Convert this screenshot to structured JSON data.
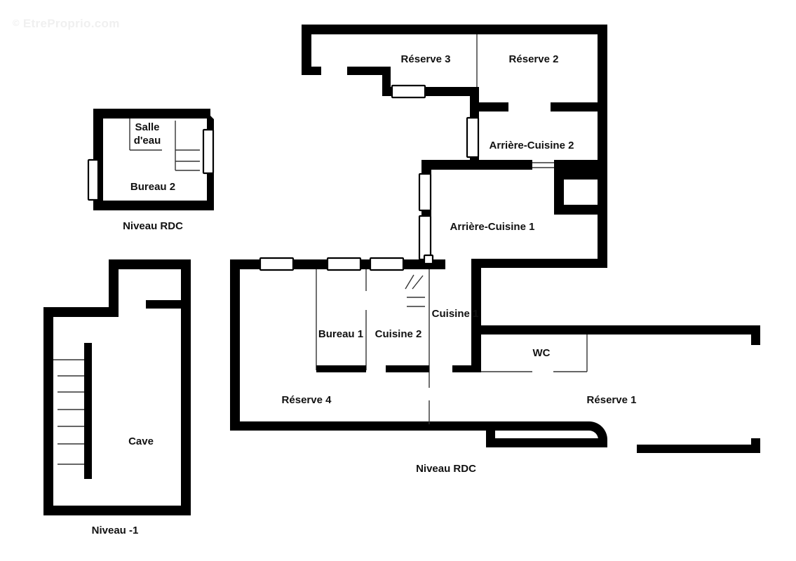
{
  "document": {
    "type": "floor-plan",
    "watermark": "© EtreProprio.com",
    "watermark_symbol": "©",
    "watermark_text": "EtreProprio.com",
    "background_color": "#ffffff",
    "wall_color": "#000000",
    "label_color": "#111111"
  },
  "levels": [
    {
      "id": "bureau2-block",
      "caption": "Niveau RDC",
      "rooms": [
        {
          "name": "Salle d'eau",
          "line1": "Salle",
          "line2": "d'eau"
        },
        {
          "name": "Bureau 2"
        }
      ]
    },
    {
      "id": "cave-block",
      "caption": "Niveau -1",
      "rooms": [
        {
          "name": "Cave"
        }
      ]
    },
    {
      "id": "main-block",
      "caption": "Niveau RDC",
      "rooms": [
        {
          "name": "Réserve 3"
        },
        {
          "name": "Réserve 2"
        },
        {
          "name": "Arrière-Cuisine 2"
        },
        {
          "name": "Arrière-Cuisine 1"
        },
        {
          "name": "Cuisine 1"
        },
        {
          "name": "Cuisine 2"
        },
        {
          "name": "Bureau 1"
        },
        {
          "name": "Réserve 4"
        },
        {
          "name": "WC"
        },
        {
          "name": "Réserve 1"
        }
      ]
    }
  ],
  "labels": {
    "salle_deau_line1": "Salle",
    "salle_deau_line2": "d'eau",
    "bureau_2": "Bureau 2",
    "niveau_rdc_top": "Niveau RDC",
    "cave": "Cave",
    "niveau_moins_1": "Niveau -1",
    "reserve_3": "Réserve 3",
    "reserve_2": "Réserve 2",
    "arriere_cuisine_2": "Arrière-Cuisine 2",
    "arriere_cuisine_1": "Arrière-Cuisine 1",
    "cuisine_1": "Cuisine 1",
    "cuisine_2": "Cuisine 2",
    "bureau_1": "Bureau 1",
    "reserve_4": "Réserve 4",
    "wc": "WC",
    "reserve_1": "Réserve 1",
    "niveau_rdc_main": "Niveau RDC"
  }
}
